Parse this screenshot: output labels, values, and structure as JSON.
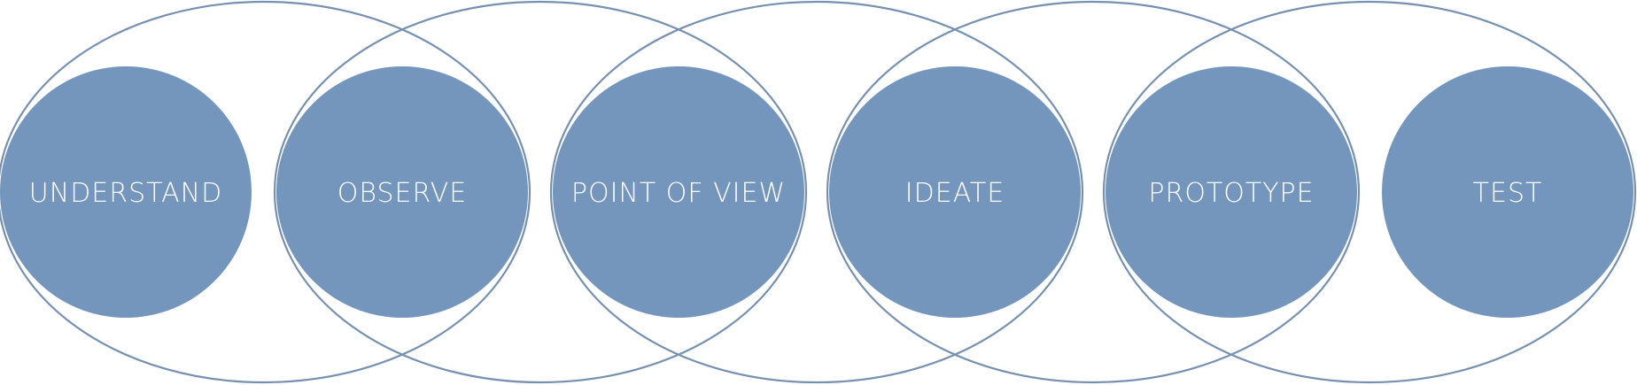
{
  "diagram": {
    "colors": {
      "circle_fill": "#7596bc",
      "ellipse_stroke": "#7590b0",
      "label_text": "#ffffff",
      "background": "#ffffff"
    },
    "stages": [
      {
        "label": "UNDERSTAND"
      },
      {
        "label": "OBSERVE"
      },
      {
        "label": "POINT OF VIEW"
      },
      {
        "label": "IDEATE"
      },
      {
        "label": "PROTOTYPE"
      },
      {
        "label": "TEST"
      }
    ]
  }
}
